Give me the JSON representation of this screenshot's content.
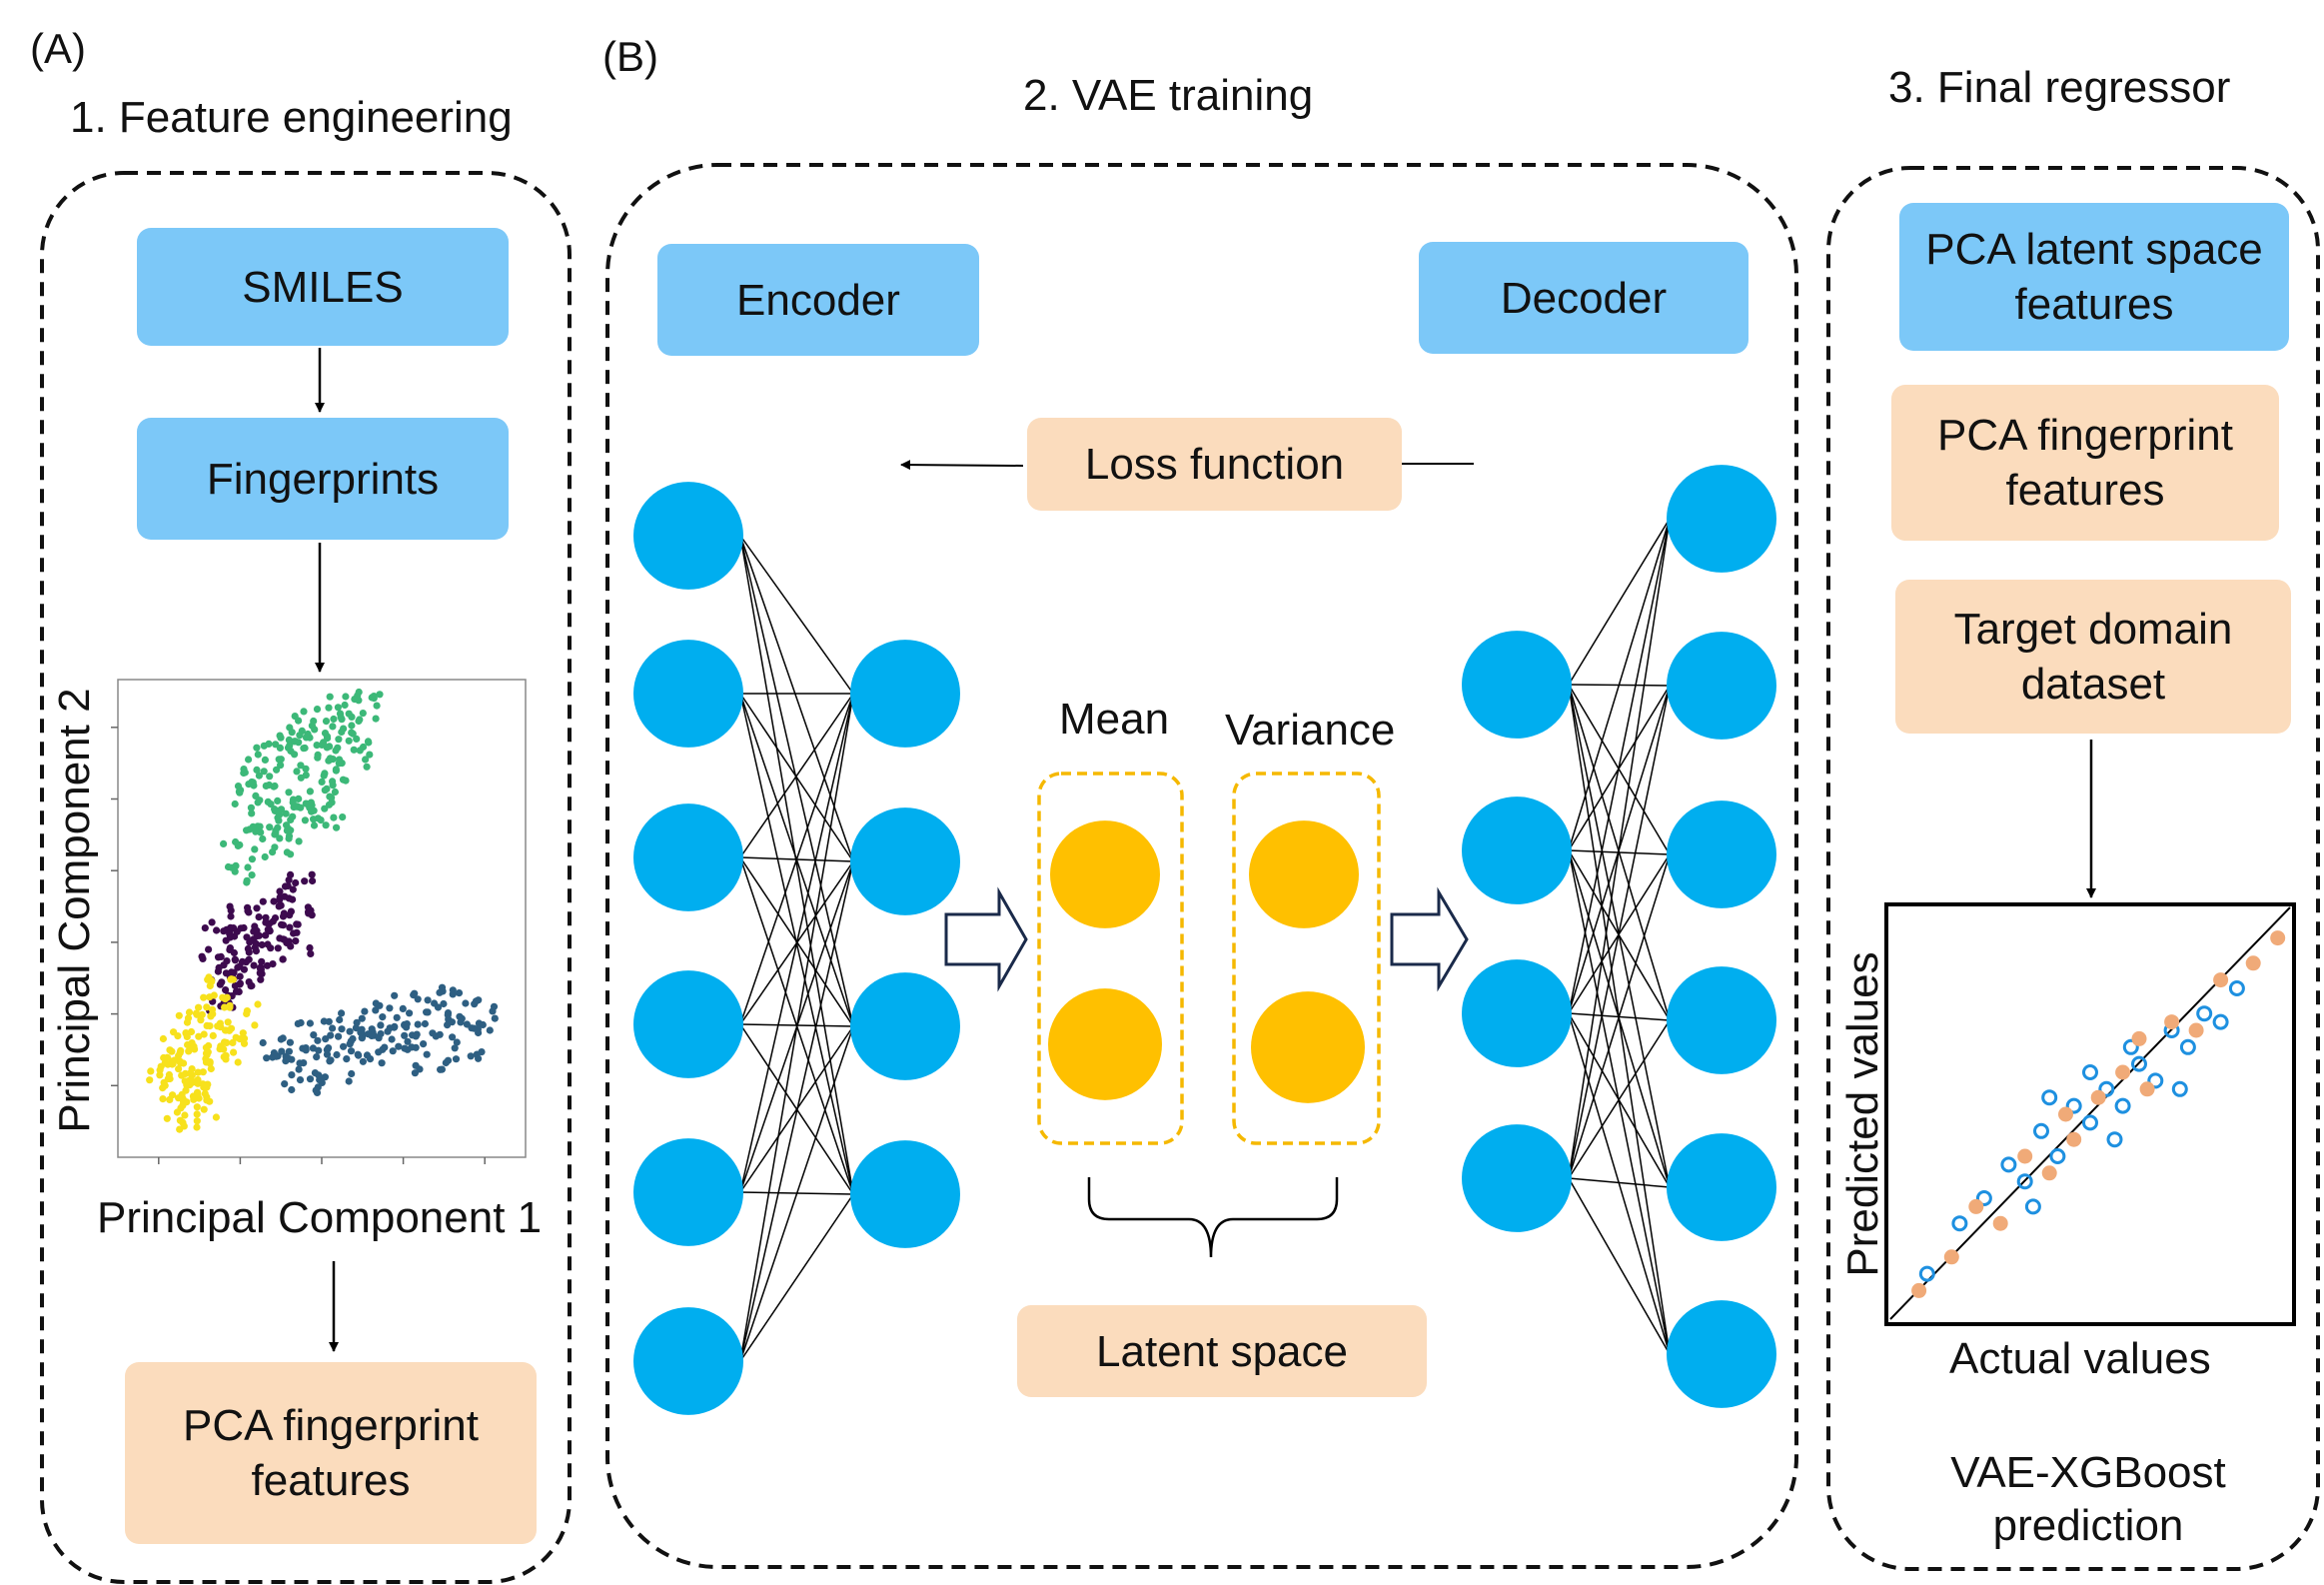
{
  "panel_a": {
    "tag": "(A)",
    "title": "1. Feature engineering",
    "smiles": "SMILES",
    "fingerprints": "Fingerprints",
    "x_axis_label": "Principal Component 1",
    "y_axis_label": "Principal Component 2",
    "output": "PCA fingerprint features"
  },
  "panel_b": {
    "tag": "(B)",
    "title": "2. VAE training",
    "encoder": "Encoder",
    "decoder": "Decoder",
    "loss": "Loss function",
    "mean": "Mean",
    "variance": "Variance",
    "latent": "Latent space"
  },
  "panel_c": {
    "title": "3. Final regressor",
    "input1": "PCA latent space features",
    "input2": "PCA fingerprint features",
    "input3": "Target domain dataset",
    "x_axis_label": "Actual values",
    "y_axis_label": "Predicted values",
    "caption": "VAE-XGBoost prediction"
  },
  "colors": {
    "blue_box": "#7cc8f8",
    "peach_box": "#fbdcbd",
    "node_blue": "#00aeef",
    "node_orange": "#ffc000",
    "cluster_green": "#3cb878",
    "cluster_purple": "#3d0a4e",
    "cluster_yellow": "#f7e11c",
    "cluster_teal": "#2e5f82",
    "scatter_blue": "#1e90e0",
    "scatter_peach": "#f0aa78"
  },
  "chart_data": [
    {
      "type": "scatter",
      "xlabel": "Principal Component 1",
      "ylabel": "Principal Component 2",
      "series": [
        {
          "color": "#3cb878",
          "points": [
            [
              0.32,
              0.78
            ],
            [
              0.36,
              0.82
            ],
            [
              0.4,
              0.86
            ],
            [
              0.45,
              0.88
            ],
            [
              0.5,
              0.9
            ],
            [
              0.55,
              0.92
            ],
            [
              0.6,
              0.93
            ],
            [
              0.35,
              0.7
            ],
            [
              0.42,
              0.74
            ],
            [
              0.48,
              0.78
            ],
            [
              0.53,
              0.82
            ],
            [
              0.58,
              0.86
            ],
            [
              0.3,
              0.62
            ],
            [
              0.38,
              0.66
            ],
            [
              0.44,
              0.7
            ],
            [
              0.51,
              0.73
            ]
          ]
        },
        {
          "color": "#3d0a4e",
          "points": [
            [
              0.25,
              0.45
            ],
            [
              0.3,
              0.48
            ],
            [
              0.35,
              0.5
            ],
            [
              0.4,
              0.52
            ],
            [
              0.45,
              0.55
            ],
            [
              0.28,
              0.4
            ],
            [
              0.33,
              0.42
            ],
            [
              0.38,
              0.44
            ],
            [
              0.43,
              0.47
            ],
            [
              0.26,
              0.35
            ],
            [
              0.31,
              0.37
            ]
          ]
        },
        {
          "color": "#f7e11c",
          "points": [
            [
              0.12,
              0.18
            ],
            [
              0.15,
              0.22
            ],
            [
              0.18,
              0.26
            ],
            [
              0.21,
              0.3
            ],
            [
              0.24,
              0.34
            ],
            [
              0.14,
              0.14
            ],
            [
              0.18,
              0.16
            ],
            [
              0.22,
              0.2
            ],
            [
              0.26,
              0.24
            ],
            [
              0.3,
              0.28
            ],
            [
              0.16,
              0.1
            ],
            [
              0.2,
              0.12
            ]
          ]
        },
        {
          "color": "#2e5f82",
          "points": [
            [
              0.4,
              0.22
            ],
            [
              0.48,
              0.24
            ],
            [
              0.56,
              0.26
            ],
            [
              0.64,
              0.28
            ],
            [
              0.72,
              0.3
            ],
            [
              0.8,
              0.32
            ],
            [
              0.88,
              0.3
            ],
            [
              0.45,
              0.18
            ],
            [
              0.53,
              0.2
            ],
            [
              0.61,
              0.22
            ],
            [
              0.69,
              0.24
            ],
            [
              0.77,
              0.22
            ],
            [
              0.85,
              0.24
            ]
          ]
        }
      ]
    },
    {
      "type": "scatter",
      "xlabel": "Actual values",
      "ylabel": "Predicted values",
      "series": [
        {
          "color": "#1e90e0",
          "marker": "open-circle",
          "points": [
            [
              0.1,
              0.12
            ],
            [
              0.18,
              0.24
            ],
            [
              0.24,
              0.3
            ],
            [
              0.3,
              0.38
            ],
            [
              0.34,
              0.34
            ],
            [
              0.38,
              0.46
            ],
            [
              0.42,
              0.4
            ],
            [
              0.46,
              0.52
            ],
            [
              0.5,
              0.48
            ],
            [
              0.54,
              0.56
            ],
            [
              0.58,
              0.52
            ],
            [
              0.62,
              0.62
            ],
            [
              0.66,
              0.58
            ],
            [
              0.7,
              0.7
            ],
            [
              0.74,
              0.66
            ],
            [
              0.78,
              0.74
            ],
            [
              0.82,
              0.72
            ],
            [
              0.86,
              0.8
            ],
            [
              0.4,
              0.54
            ],
            [
              0.5,
              0.6
            ],
            [
              0.6,
              0.66
            ],
            [
              0.36,
              0.28
            ],
            [
              0.56,
              0.44
            ],
            [
              0.72,
              0.56
            ]
          ]
        },
        {
          "color": "#f0aa78",
          "marker": "filled-circle",
          "points": [
            [
              0.08,
              0.08
            ],
            [
              0.16,
              0.16
            ],
            [
              0.22,
              0.28
            ],
            [
              0.28,
              0.24
            ],
            [
              0.34,
              0.4
            ],
            [
              0.4,
              0.36
            ],
            [
              0.46,
              0.44
            ],
            [
              0.52,
              0.54
            ],
            [
              0.58,
              0.6
            ],
            [
              0.64,
              0.56
            ],
            [
              0.7,
              0.72
            ],
            [
              0.76,
              0.7
            ],
            [
              0.82,
              0.82
            ],
            [
              0.9,
              0.86
            ],
            [
              0.96,
              0.92
            ],
            [
              0.44,
              0.5
            ],
            [
              0.62,
              0.68
            ]
          ]
        }
      ]
    }
  ]
}
